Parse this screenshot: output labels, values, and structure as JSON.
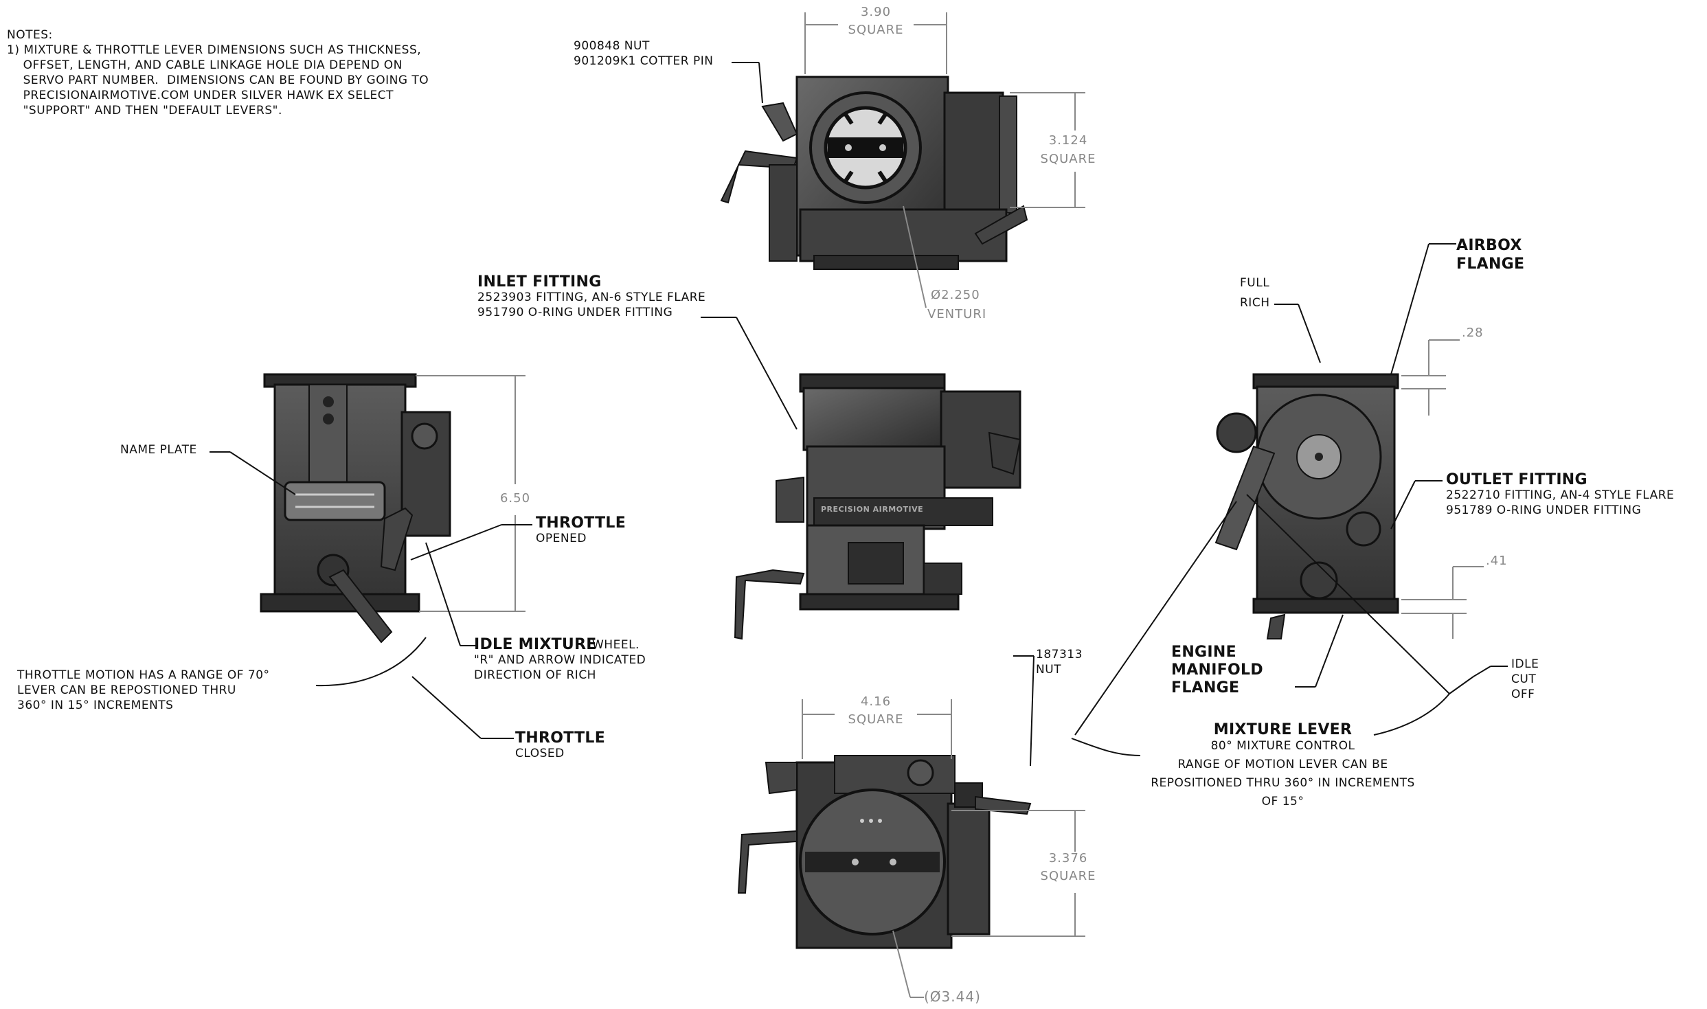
{
  "notes": {
    "heading": "NOTES:",
    "line1": "1) MIXTURE & THROTTLE LEVER DIMENSIONS SUCH AS THICKNESS,",
    "line2": "    OFFSET, LENGTH, AND CABLE LINKAGE HOLE DIA DEPEND ON",
    "line3": "    SERVO PART NUMBER.  DIMENSIONS CAN BE FOUND BY GOING TO",
    "line4": "    PRECISIONAIRMOTIVE.COM UNDER SILVER HAWK EX SELECT",
    "line5": "    \"SUPPORT\" AND THEN \"DEFAULT LEVERS\"."
  },
  "top_view": {
    "nut_label": "900848 NUT",
    "pin_label": "901209K1 COTTER PIN",
    "width_dim": "3.90",
    "width_unit": "SQUARE",
    "height_dim": "3.124",
    "height_unit": "SQUARE",
    "venturi_dim": "Ø2.250",
    "venturi_label": "VENTURI"
  },
  "inlet": {
    "title": "INLET FITTING",
    "line1": "2523903 FITTING, AN-6 STYLE FLARE",
    "line2": "951790 O-RING UNDER FITTING"
  },
  "left_view": {
    "name_plate": "NAME PLATE",
    "height_dim": "6.50",
    "throttle_opened_title": "THROTTLE",
    "throttle_opened_sub": "OPENED",
    "idle_title": "IDLE MIXTURE",
    "idle_line1": "WHEEL.",
    "idle_line2": "\"R\" AND ARROW INDICATED",
    "idle_line3": "DIRECTION OF RICH",
    "motion_line1": "THROTTLE MOTION HAS A RANGE OF 70°",
    "motion_line2": "LEVER CAN BE REPOSTIONED THRU",
    "motion_line3": "360° IN 15° INCREMENTS",
    "throttle_closed_title": "THROTTLE",
    "throttle_closed_sub": "CLOSED"
  },
  "right_view": {
    "airbox_line1": "AIRBOX",
    "airbox_line2": "FLANGE",
    "full_rich_line1": "FULL",
    "full_rich_line2": "RICH",
    "flange_dim": ".28",
    "outlet_title": "OUTLET FITTING",
    "outlet_line1": "2522710 FITTING, AN-4 STYLE FLARE",
    "outlet_line2": "951789 O-RING UNDER FITTING",
    "lower_dim": ".41",
    "engine_line1": "ENGINE",
    "engine_line2": "MANIFOLD",
    "engine_line3": "FLANGE",
    "idle_cut_line1": "IDLE",
    "idle_cut_line2": "CUT",
    "idle_cut_line3": "OFF",
    "mixture_title": "MIXTURE LEVER",
    "mixture_line1": "80° MIXTURE CONTROL",
    "mixture_line2": "RANGE OF MOTION LEVER CAN BE",
    "mixture_line3": "REPOSITIONED THRU 360° IN INCREMENTS",
    "mixture_line4": "OF 15°"
  },
  "bottom_view": {
    "nut_num": "187313",
    "nut_label": "NUT",
    "width_dim": "4.16",
    "width_unit": "SQUARE",
    "height_dim": "3.376",
    "height_unit": "SQUARE",
    "bore_dim": "(Ø3.44)"
  },
  "center_view": {
    "plate_text": "PRECISION AIRMOTIVE"
  }
}
